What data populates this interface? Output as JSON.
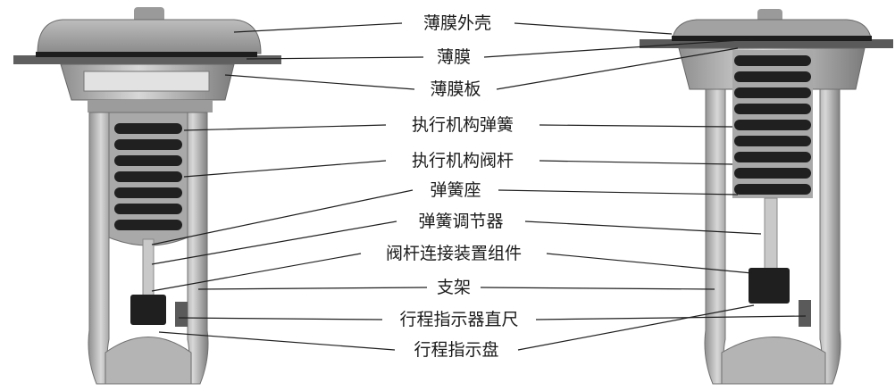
{
  "diagram": {
    "labels": [
      {
        "id": "diaphragm-casing",
        "text": "薄膜外壳"
      },
      {
        "id": "diaphragm",
        "text": "薄膜"
      },
      {
        "id": "diaphragm-plate",
        "text": "薄膜板"
      },
      {
        "id": "actuator-spring",
        "text": "执行机构弹簧"
      },
      {
        "id": "actuator-stem",
        "text": "执行机构阀杆"
      },
      {
        "id": "spring-seat",
        "text": "弹簧座"
      },
      {
        "id": "spring-adjuster",
        "text": "弹簧调节器"
      },
      {
        "id": "stem-connector",
        "text": "阀杆连接装置组件"
      },
      {
        "id": "yoke",
        "text": "支架"
      },
      {
        "id": "travel-indicator-scale",
        "text": "行程指示器直尺"
      },
      {
        "id": "travel-indicator-disk",
        "text": "行程指示盘"
      }
    ]
  }
}
